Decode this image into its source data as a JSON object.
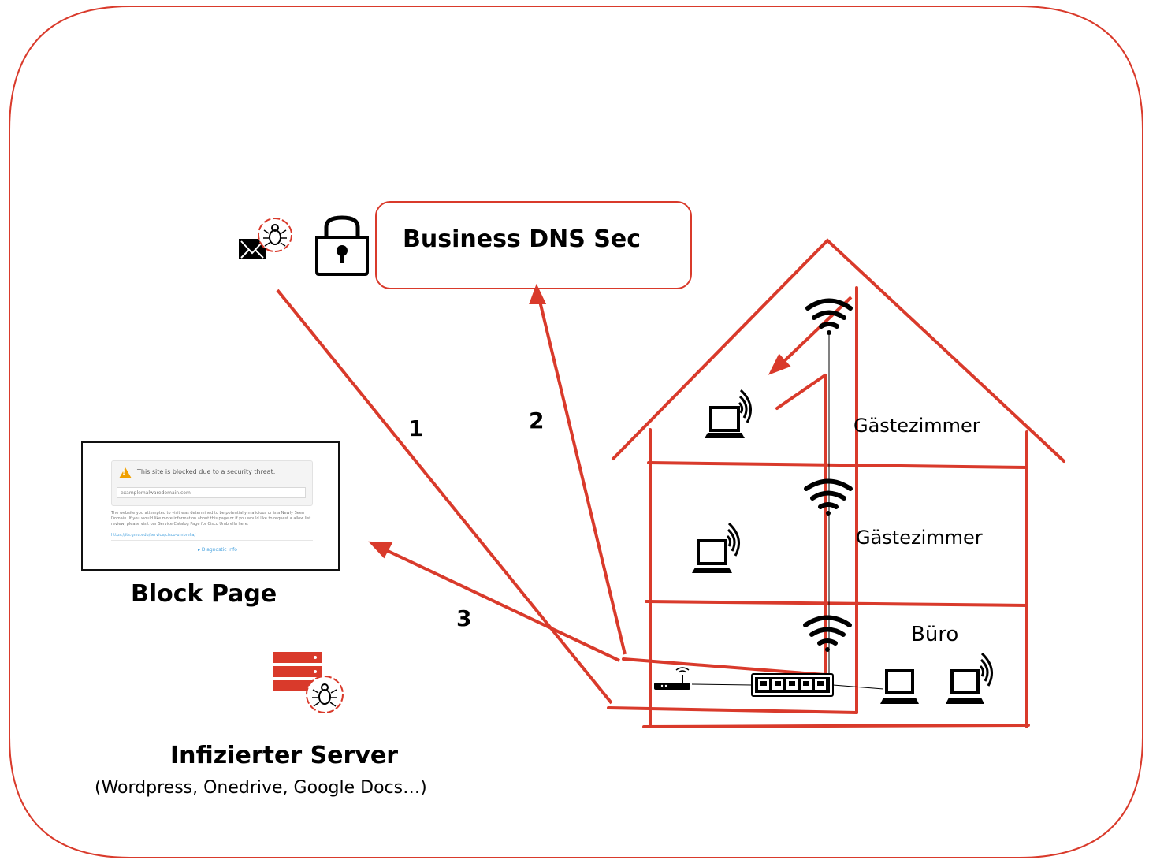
{
  "dns_box": {
    "label": "Business DNS Sec"
  },
  "block_page": {
    "label": "Block Page",
    "headline": "This site is blocked due to a security threat.",
    "domain": "examplemalwaredomain.com",
    "body": "The website you attempted to visit was determined to be potentially malicious or is a Newly Seen Domain. If you would like more information about this page or if you would like to request a allow list review, please visit our Service Catalog Page for Cisco Umbrella here:",
    "link": "https://its.gmu.edu/service/cisco-umbrella/",
    "diagnostic": "▸ Diagnostic Info"
  },
  "server": {
    "title": "Infizierter Server",
    "subtitle": "(Wordpress, Onedrive, Google Docs…)"
  },
  "steps": [
    "1",
    "2",
    "3"
  ],
  "rooms": [
    "Gästezimmer",
    "Gästezimmer",
    "Büro"
  ],
  "colors": {
    "accent": "#d93a2b",
    "frame": "#d93a2b"
  },
  "icons": [
    "mail-threat-icon",
    "padlock-icon",
    "server-threat-icon",
    "wifi-icon",
    "laptop-icon",
    "router-icon",
    "switch-icon"
  ]
}
